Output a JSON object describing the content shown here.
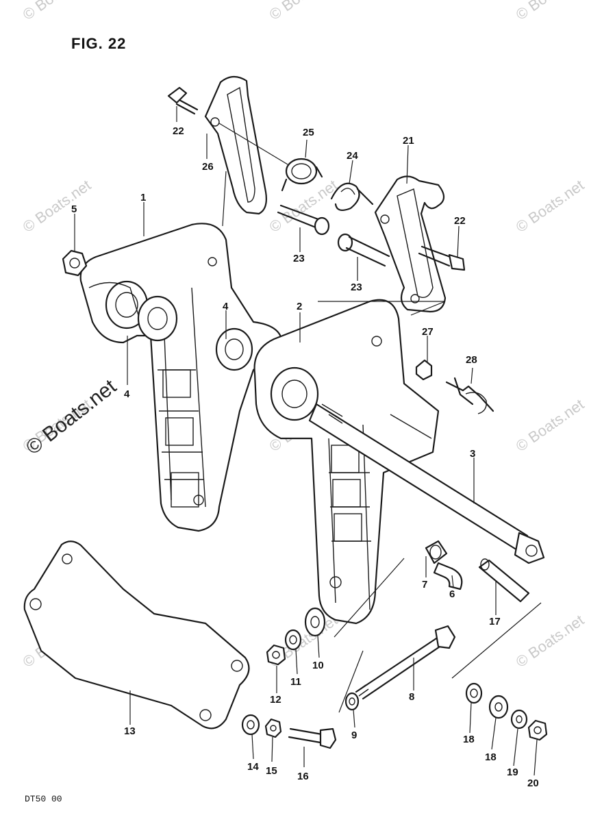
{
  "figure": {
    "title": "FIG. 22",
    "model_code": "DT50 00"
  },
  "watermark": {
    "text": "© Boats.net",
    "color": "#c9c9c9"
  },
  "callouts": [
    {
      "id": "c1",
      "label": "1"
    },
    {
      "id": "c2",
      "label": "2"
    },
    {
      "id": "c3",
      "label": "3"
    },
    {
      "id": "c4a",
      "label": "4"
    },
    {
      "id": "c4b",
      "label": "4"
    },
    {
      "id": "c5",
      "label": "5"
    },
    {
      "id": "c6",
      "label": "6"
    },
    {
      "id": "c7",
      "label": "7"
    },
    {
      "id": "c8",
      "label": "8"
    },
    {
      "id": "c9",
      "label": "9"
    },
    {
      "id": "c10",
      "label": "10"
    },
    {
      "id": "c11",
      "label": "11"
    },
    {
      "id": "c12",
      "label": "12"
    },
    {
      "id": "c13",
      "label": "13"
    },
    {
      "id": "c14",
      "label": "14"
    },
    {
      "id": "c15",
      "label": "15"
    },
    {
      "id": "c16",
      "label": "16"
    },
    {
      "id": "c17",
      "label": "17"
    },
    {
      "id": "c18a",
      "label": "18"
    },
    {
      "id": "c18b",
      "label": "18"
    },
    {
      "id": "c19",
      "label": "19"
    },
    {
      "id": "c20",
      "label": "20"
    },
    {
      "id": "c21",
      "label": "21"
    },
    {
      "id": "c22a",
      "label": "22"
    },
    {
      "id": "c22b",
      "label": "22"
    },
    {
      "id": "c23a",
      "label": "23"
    },
    {
      "id": "c23b",
      "label": "23"
    },
    {
      "id": "c24",
      "label": "24"
    },
    {
      "id": "c25",
      "label": "25"
    },
    {
      "id": "c26",
      "label": "26"
    },
    {
      "id": "c27",
      "label": "27"
    },
    {
      "id": "c28",
      "label": "28"
    }
  ]
}
